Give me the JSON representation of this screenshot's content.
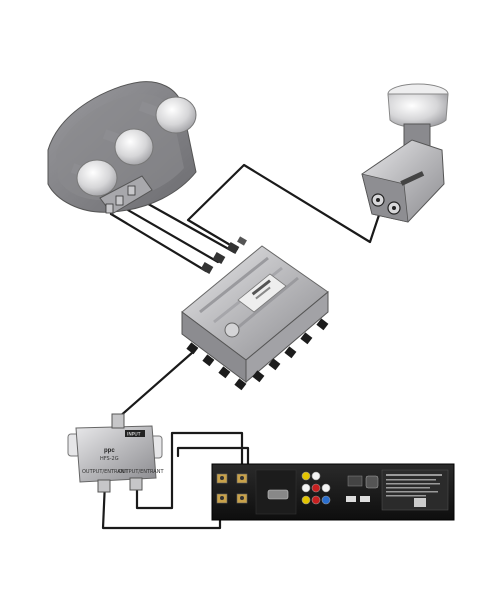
{
  "splitter": {
    "brand": "ppc",
    "badge": "INPUT",
    "model_text": "HFS-2G",
    "port_left": "OUTPUT/ENTRANT",
    "port_right": "OUTPUT/ENTRANT"
  },
  "colors": {
    "cable": "#1a1a1a",
    "body_dark": "#7d7d80",
    "body_light": "#c9c9cc",
    "rca_yellow": "#e3c400",
    "rca_white": "#f4f4f4",
    "rca_red": "#c82020"
  }
}
